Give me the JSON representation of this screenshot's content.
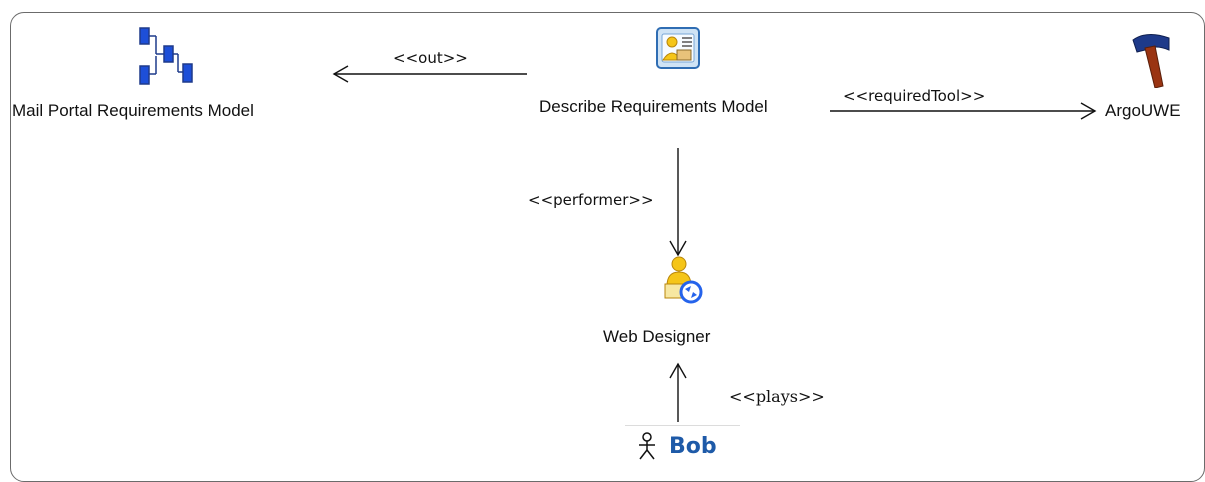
{
  "diagram": {
    "nodes": {
      "mail_portal": {
        "label": "Mail Portal Requirements Model",
        "icon": "workflow-diagram-icon"
      },
      "describe": {
        "label": "Describe Requirements Model",
        "icon": "task-card-icon"
      },
      "argouwe": {
        "label": "ArgoUWE",
        "icon": "hammer-tool-icon"
      },
      "web_designer": {
        "label": "Web Designer",
        "icon": "role-person-icon"
      },
      "bob": {
        "label": "Bob",
        "icon": "stick-figure-icon"
      }
    },
    "edges": {
      "out": "<<out>>",
      "required_tool": "<<requiredTool>>",
      "performer": "<<performer>>",
      "plays": "<<plays>>"
    },
    "colors": {
      "workflow_icon": "#1d4fd8",
      "hammer_head": "#1e3a8a",
      "hammer_handle": "#9a3412",
      "bob_text": "#1e5aa8",
      "role_icon_yellow": "#f5c518",
      "role_icon_blue": "#2563eb"
    }
  }
}
